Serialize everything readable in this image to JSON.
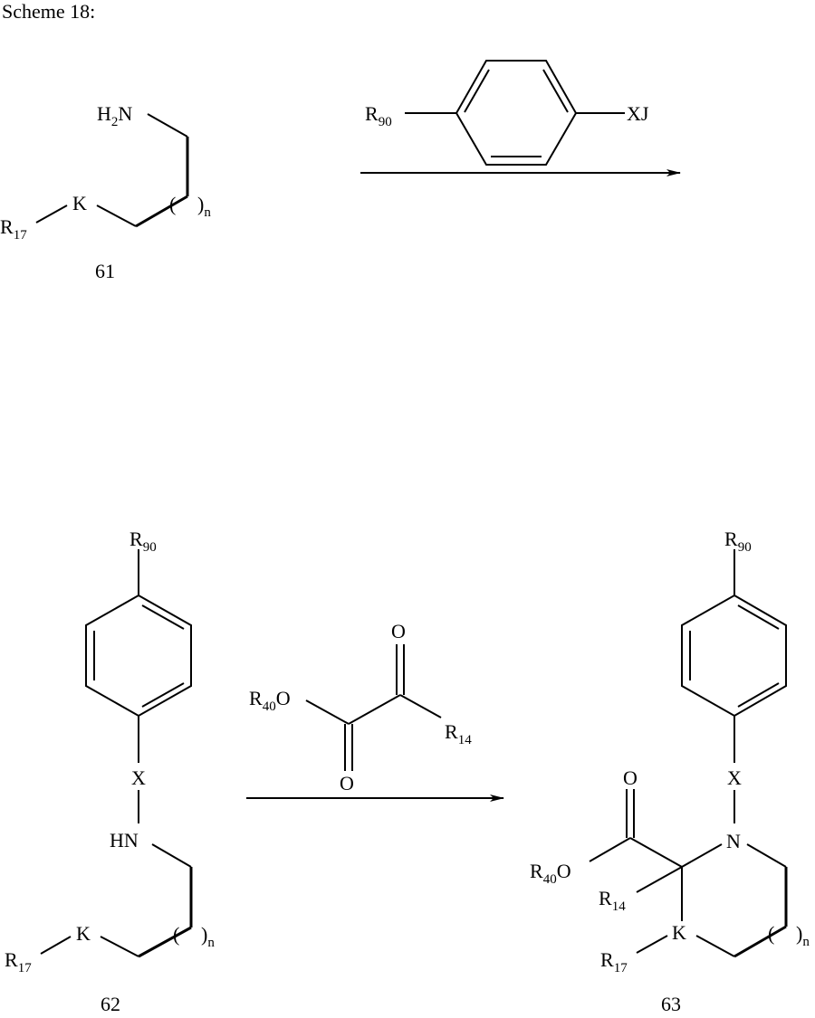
{
  "scheme": {
    "title": "Scheme 18:"
  },
  "compounds": {
    "c61": {
      "number": "61",
      "amine_label": "H",
      "amine_sub": "2",
      "amine_n": "N",
      "k_label": "K",
      "r_label": "R",
      "r_sub": "17",
      "paren_open": "(",
      "paren_close": ")",
      "n_sub": "n"
    },
    "reagent1": {
      "r_label": "R",
      "r_sub": "90",
      "leaving_group": "XJ"
    },
    "c62": {
      "number": "62",
      "r90_label": "R",
      "r90_sub": "90",
      "x_label": "X",
      "hn_label": "HN",
      "k_label": "K",
      "r17_label": "R",
      "r17_sub": "17",
      "paren_open": "(",
      "paren_close": ")",
      "n_sub": "n"
    },
    "reagent2": {
      "r40_label": "R",
      "r40_sub": "40",
      "ester_o": "O",
      "carbonyl_o_top": "O",
      "carbonyl_o_bottom": "O",
      "r14_label": "R",
      "r14_sub": "14"
    },
    "c63": {
      "number": "63",
      "r90_label": "R",
      "r90_sub": "90",
      "x_label": "X",
      "n_label": "N",
      "carbonyl_o": "O",
      "r40_label": "R",
      "r40_sub": "40",
      "ester_o": "O",
      "r14_label": "R",
      "r14_sub": "14",
      "k_label": "K",
      "r17_label": "R",
      "r17_sub": "17",
      "paren_open": "(",
      "paren_close": ")",
      "n_sub": "n"
    }
  },
  "arrows": [
    {
      "from": "61",
      "to": "62",
      "direction": "right"
    },
    {
      "from": "62",
      "to": "63",
      "direction": "right"
    }
  ]
}
